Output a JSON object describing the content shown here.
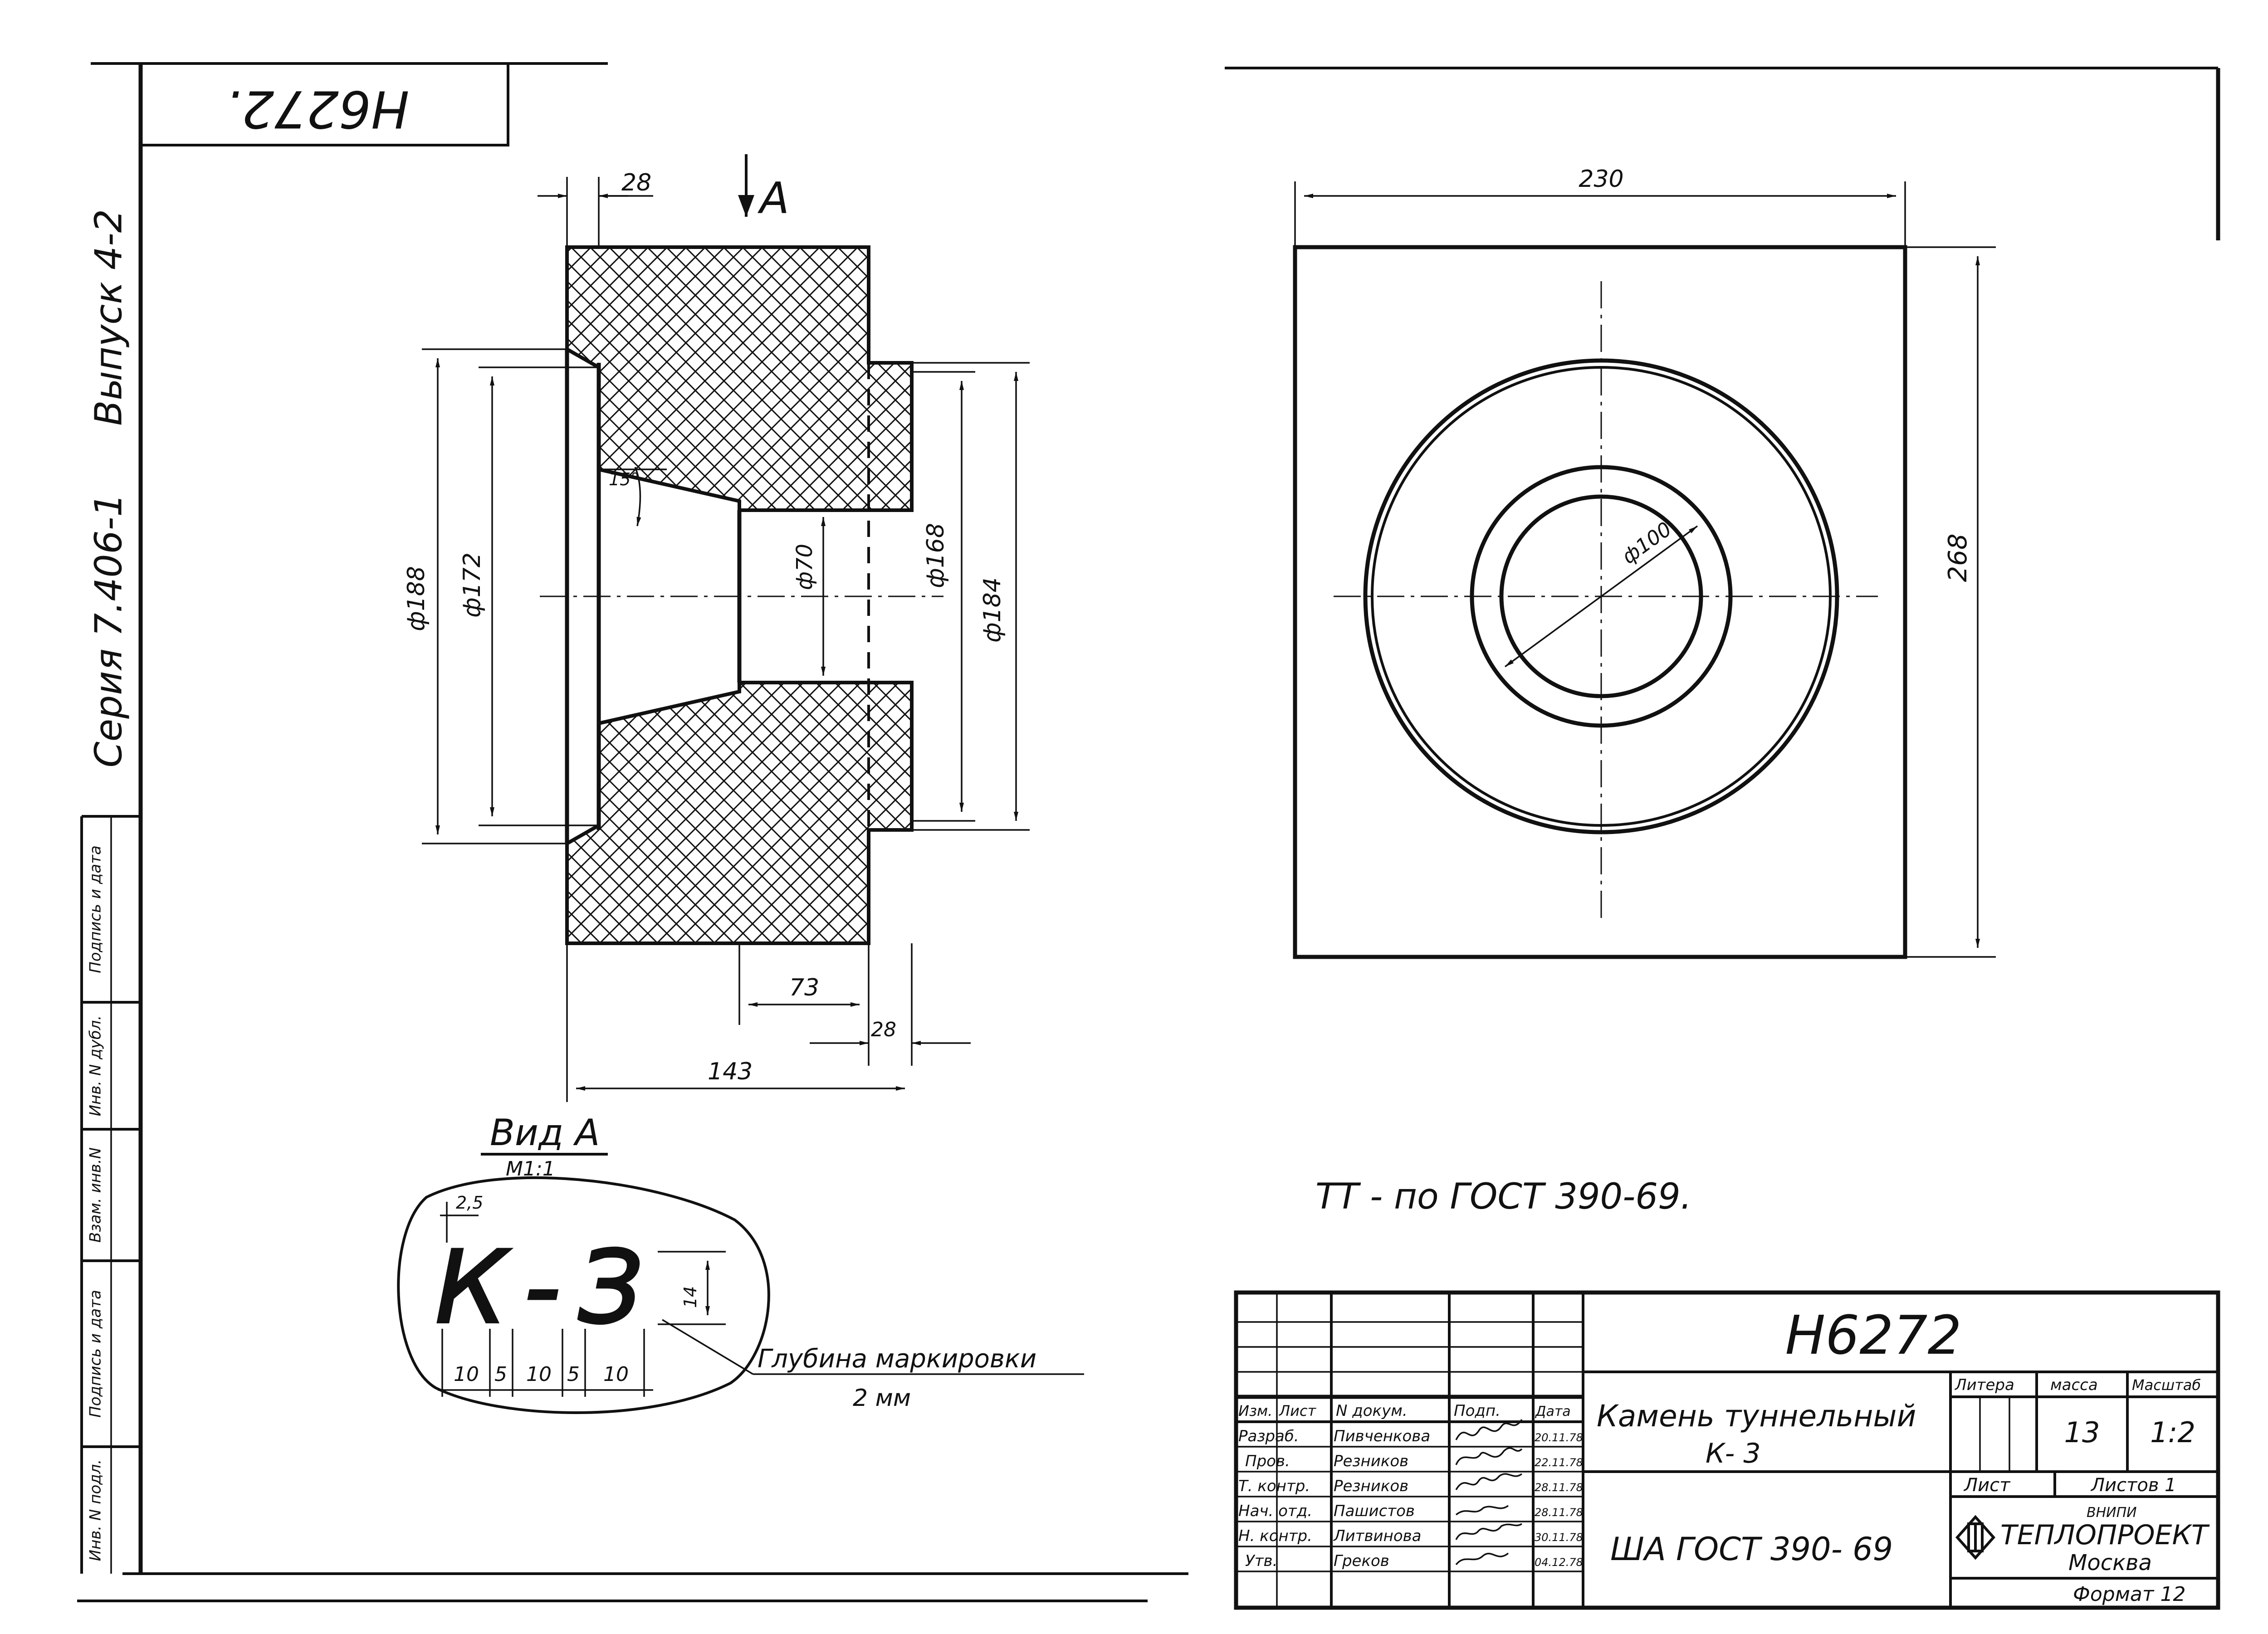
{
  "sheet": {
    "code_rotated": "H6272.",
    "side_series": "Серия 7.406-1",
    "side_issue": "Выпуск 4-2",
    "side_cells": [
      "Инв. N подл.",
      "Подпись и дата",
      "Взам. инв.N",
      "Инв. N дубл.",
      "Подпись и дата"
    ],
    "note_tt": "ТТ - по ГОСТ 390-69."
  },
  "section": {
    "view_arrow_label": "A",
    "dim_top_28": "28",
    "dim_d188": "ф188",
    "dim_d172": "ф172",
    "dim_d70": "ф70",
    "dim_d168": "ф168",
    "dim_d184": "ф184",
    "angle_15": "15°",
    "dim_73": "73",
    "dim_28_bottom": "28",
    "dim_143": "143"
  },
  "plan": {
    "dim_230": "230",
    "dim_268": "268",
    "dim_d100": "ф100"
  },
  "view_a": {
    "title": "Вид А",
    "scale": "М1:1",
    "dim_2_5": "2,5",
    "marking": "К-З",
    "dim_14": "14",
    "dims_bottom": [
      "10",
      "5",
      "10",
      "5",
      "10"
    ],
    "depth_label": "Глубина маркировки",
    "depth_value": "2 мм"
  },
  "title_block": {
    "code": "H6272",
    "name_line1": "Камень туннельный",
    "name_line2": "К- 3",
    "material": "ША  ГОСТ 390- 69",
    "col_headers": [
      "Изм.",
      "Лист",
      "N докум.",
      "Подп.",
      "Дата"
    ],
    "rows": [
      {
        "role": "Разраб.",
        "person": "Пивченкова",
        "date": "20.11.78"
      },
      {
        "role": "Пров.",
        "person": "Резников",
        "date": "22.11.78"
      },
      {
        "role": "Т. контр.",
        "person": "Резников",
        "date": "28.11.78"
      },
      {
        "role": "Нач. отд.",
        "person": "Пашистов",
        "date": "28.11.78"
      },
      {
        "role": "Н. контр.",
        "person": "Литвинова",
        "date": "30.11.78"
      },
      {
        "role": "Утв.",
        "person": "Греков",
        "date": "04.12.78"
      }
    ],
    "litera_label": "Литера",
    "mass_label": "масса",
    "scale_label": "Масштаб",
    "mass_value": "13",
    "scale_value": "1:2",
    "sheet_label": "Лист",
    "sheets_label": "Листов 1",
    "org_small": "ВНИПИ",
    "org_name": "ТЕПЛОПРОЕКТ",
    "org_city": "Москва",
    "format": "Формат 12"
  }
}
